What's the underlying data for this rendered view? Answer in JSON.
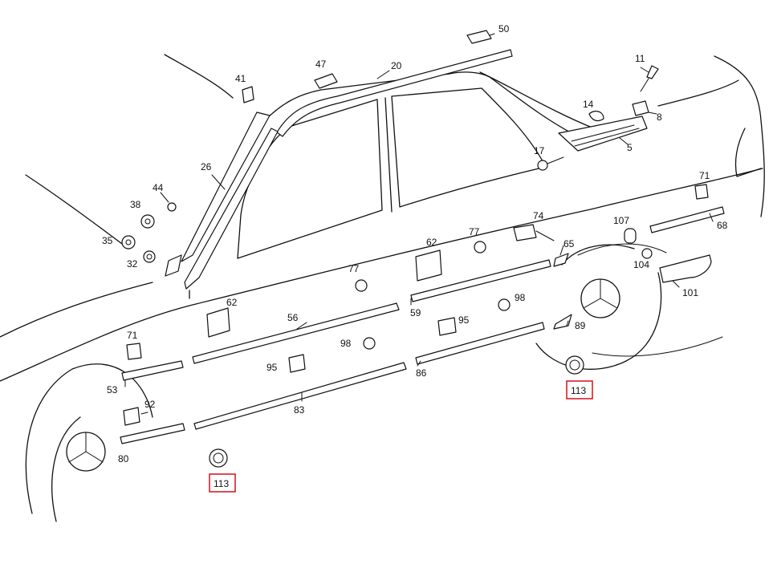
{
  "diagram": {
    "style": {
      "line_color": "#111111",
      "highlight_color": "#d62028",
      "background": "#ffffff"
    },
    "callouts": {
      "c5": "5",
      "c8": "8",
      "c11": "11",
      "c14": "14",
      "c17": "17",
      "c20": "20",
      "c26": "26",
      "c32": "32",
      "c35": "35",
      "c38": "38",
      "c41": "41",
      "c44": "44",
      "c47": "47",
      "c50": "50",
      "c53": "53",
      "c56": "56",
      "c59": "59",
      "c62a": "62",
      "c62b": "62",
      "c65": "65",
      "c68": "68",
      "c71a": "71",
      "c71b": "71",
      "c74": "74",
      "c77a": "77",
      "c77b": "77",
      "c80": "80",
      "c83": "83",
      "c86": "86",
      "c89": "89",
      "c92": "92",
      "c95a": "95",
      "c95b": "95",
      "c98a": "98",
      "c98b": "98",
      "c101": "101",
      "c104": "104",
      "c107": "107",
      "c113a": "113",
      "c113b": "113"
    }
  }
}
